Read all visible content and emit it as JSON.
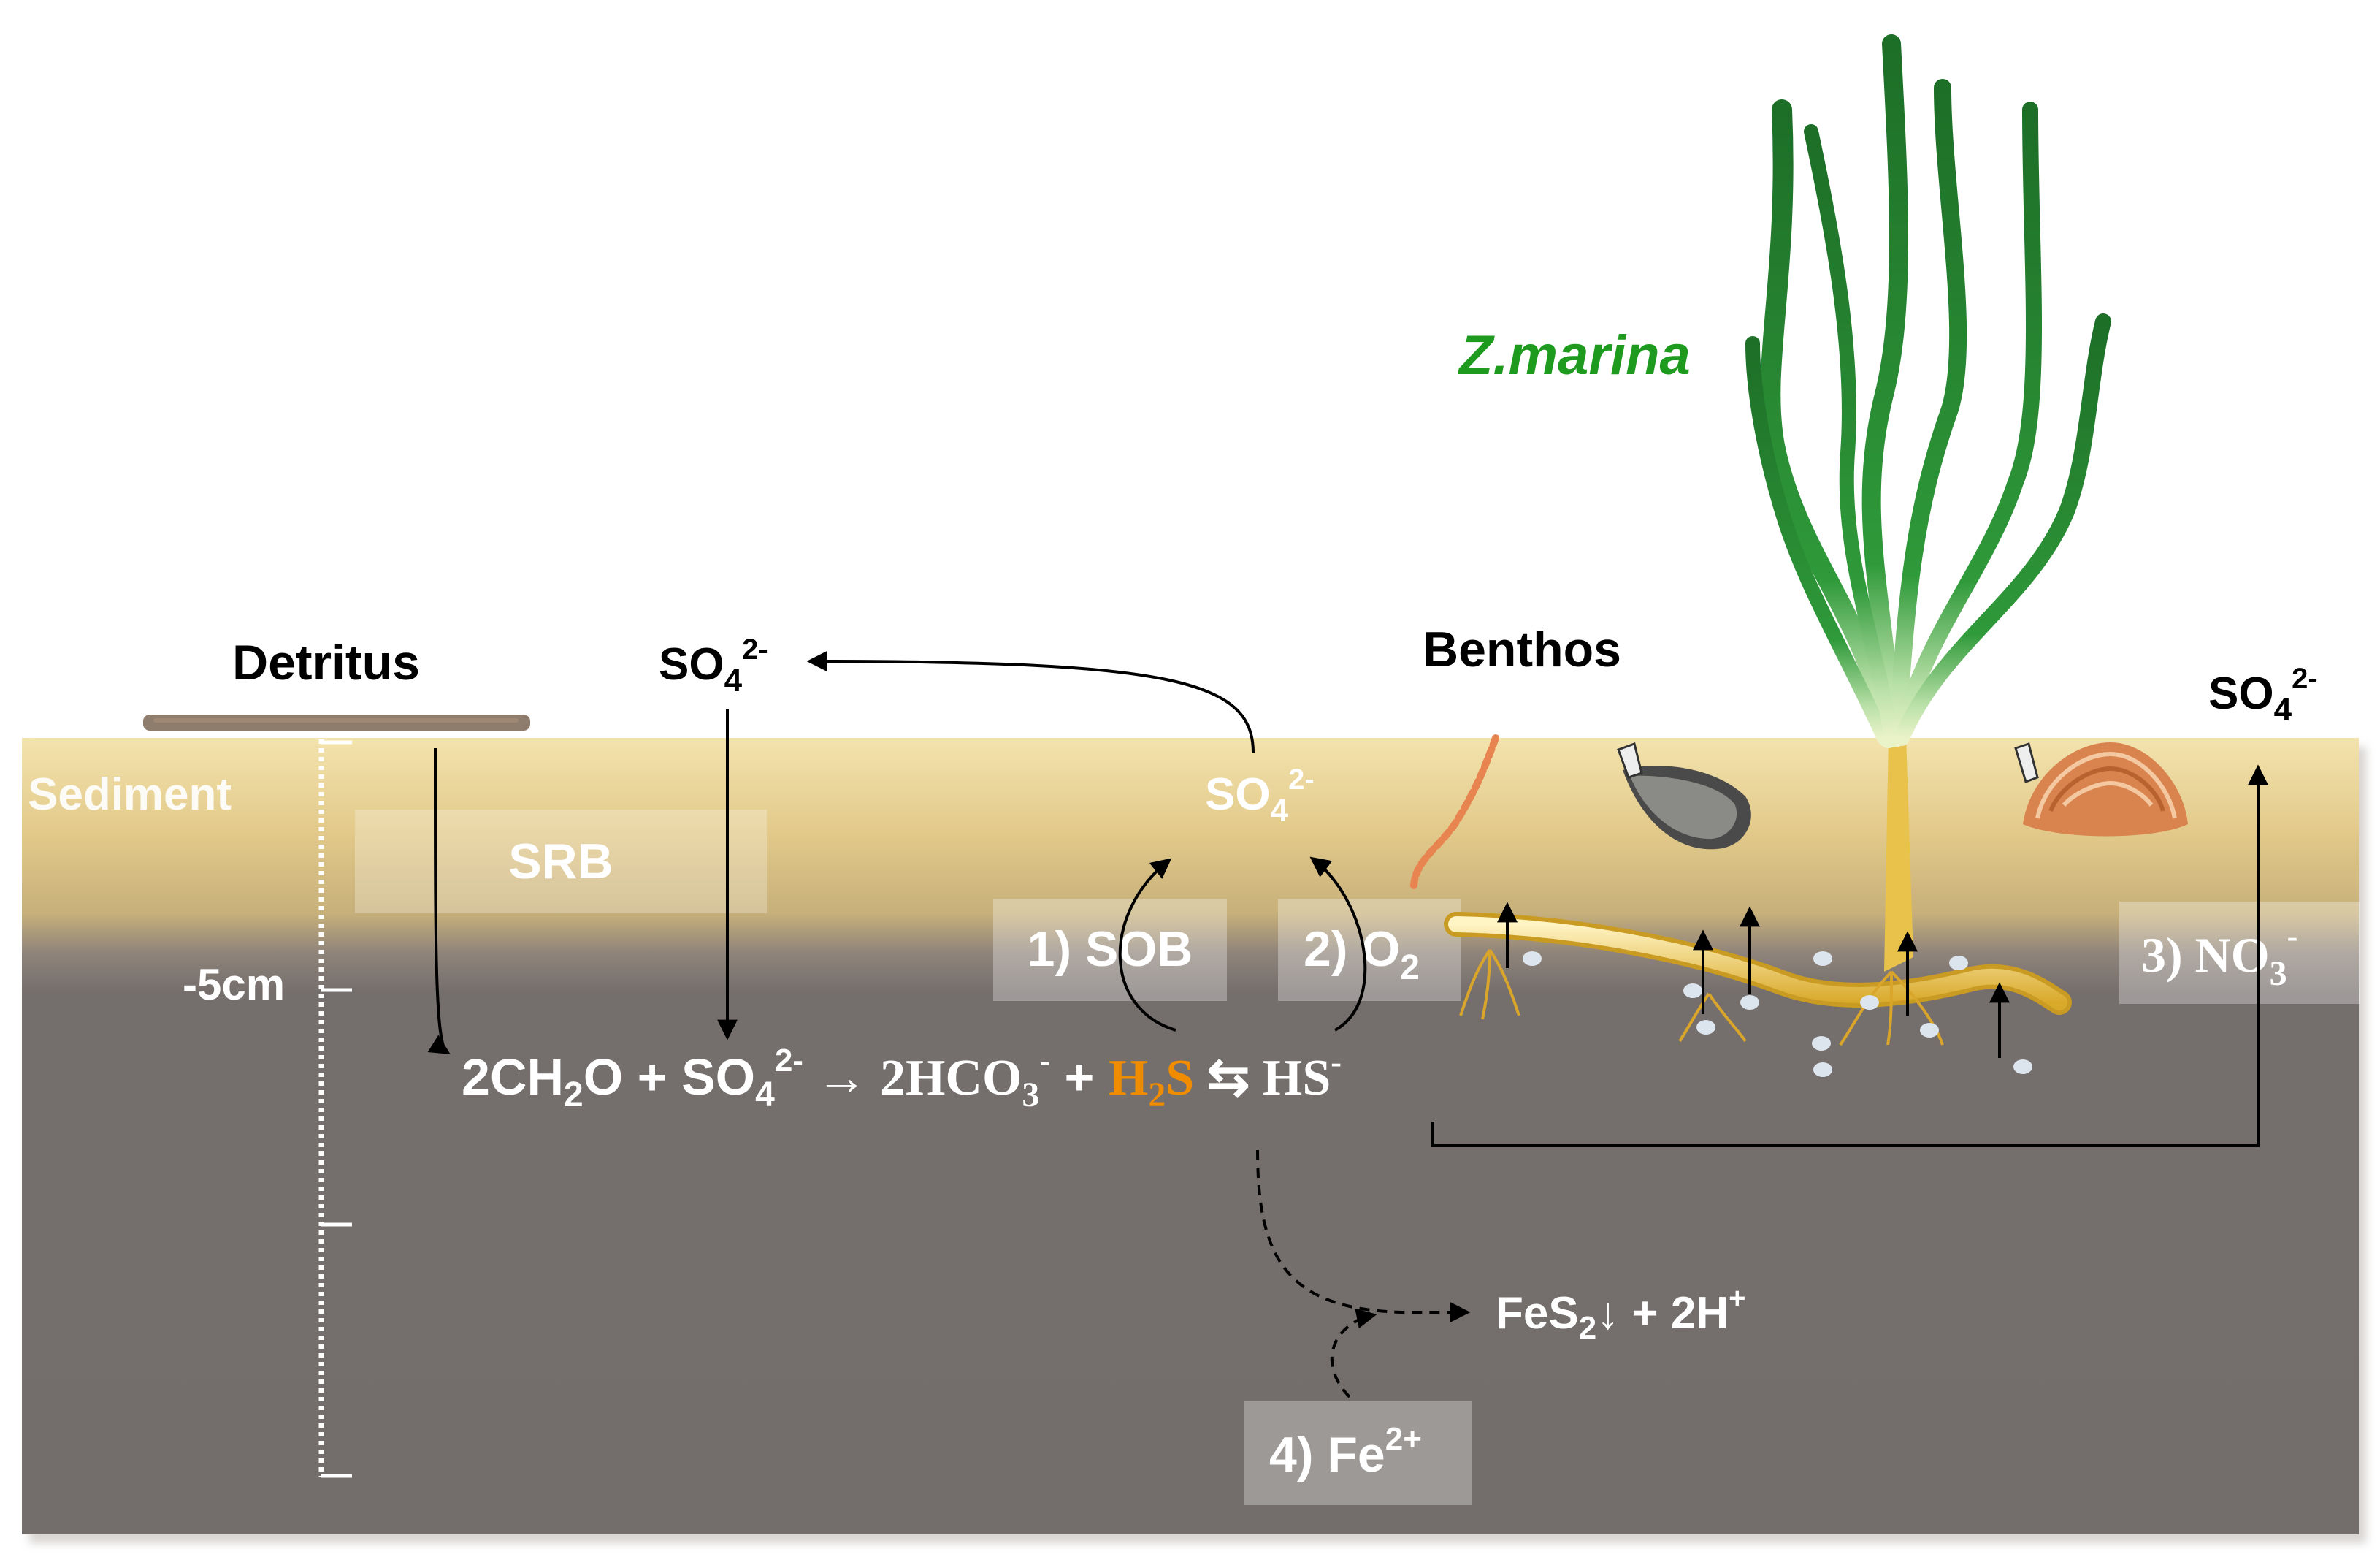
{
  "labels": {
    "detritus": "Detritus",
    "benthos": "Benthos",
    "zmarina": "Z.marina",
    "sediment": "Sediment",
    "srb": "SRB",
    "depth_5cm": "-5cm",
    "so4_top_left": "SO",
    "so4_top_right": "SO",
    "so4_mid": "SO",
    "so4_sub": "4",
    "so4_sup": "2-",
    "sob": "1) SOB",
    "o2": "2) O",
    "o2_sub": "2",
    "no3": "3) NO",
    "no3_sub": "3",
    "no3_sup": "-",
    "fe": "4) Fe",
    "fe_sup": "2+"
  },
  "reaction": {
    "r1": "2CH",
    "r1_sub": "2",
    "r1_tail": "O + SO",
    "r1_sub2": "4",
    "r1_sup2": "2-",
    "arrow": " → ",
    "p1": "2HCO",
    "p1_sub": "3",
    "p1_sup": "-",
    "plus": " + ",
    "h2s_h": "H",
    "h2s_sub": "2",
    "h2s_s": "S",
    "eq": " ⇆ ",
    "hs": "HS",
    "hs_sup": "-"
  },
  "pyrite": {
    "fes": "FeS",
    "fes_sub": "2",
    "down": "↓",
    "tail": " + 2H",
    "tail_sup": "+"
  },
  "colors": {
    "sediment_top": "#d9c38c",
    "sediment_dark": "#746e6c",
    "h2s": "#f08c00",
    "zmarina": "#1e9a1e",
    "box": "#a8a4a0",
    "leaf_dark": "#1b6b24",
    "leaf_light": "#3fae47",
    "root": "#e8c24a"
  },
  "icons": [
    "worm-icon",
    "mussel-icon",
    "clam-icon",
    "seagrass-icon",
    "detritus-layer-icon"
  ]
}
